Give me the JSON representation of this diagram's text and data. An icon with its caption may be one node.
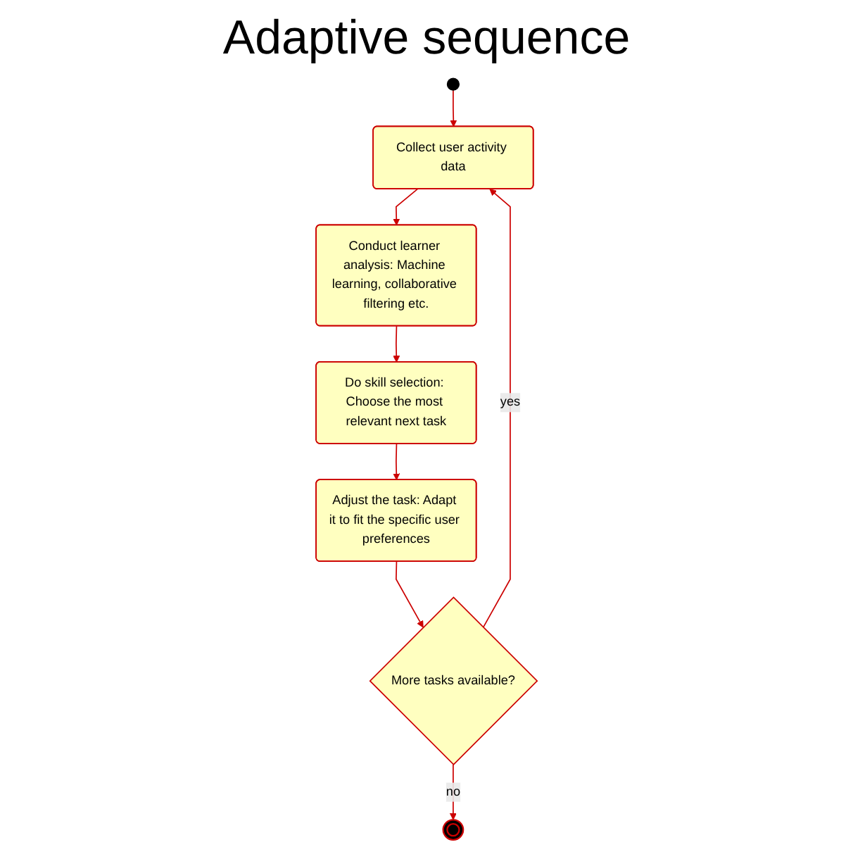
{
  "diagram": {
    "title": "Adaptive sequence",
    "nodes": [
      {
        "text": [],
        "shape": "circle"
      },
      {
        "text": [
          "Collect user activity data"
        ]
      },
      {
        "text": [
          "Conduct learner analysis: Machine learning, collaborative filtering etc."
        ]
      },
      {
        "text": [
          "Do skill selection: Choose the most relevant next task"
        ]
      },
      {
        "text": [
          "Adjust the task: Adapt it to fit the specific user preferences"
        ]
      },
      {
        "text": [
          "More tasks available?"
        ]
      },
      {
        "text": [],
        "shape": "circle"
      }
    ],
    "edges": [
      {
        "from": 0,
        "to": 1,
        "arrow": "to"
      },
      {
        "from": 1,
        "to": 2,
        "arrow": "to"
      },
      {
        "from": 2,
        "to": 3,
        "arrow": "to"
      },
      {
        "from": 3,
        "to": 4,
        "arrow": "to"
      },
      {
        "from": 4,
        "to": 5,
        "arrow": "to"
      },
      {
        "from": 5,
        "to": 1,
        "label": "yes",
        "arrow": "to"
      },
      {
        "from": 5,
        "to": 6,
        "label": "no",
        "arrow": "to"
      }
    ]
  }
}
